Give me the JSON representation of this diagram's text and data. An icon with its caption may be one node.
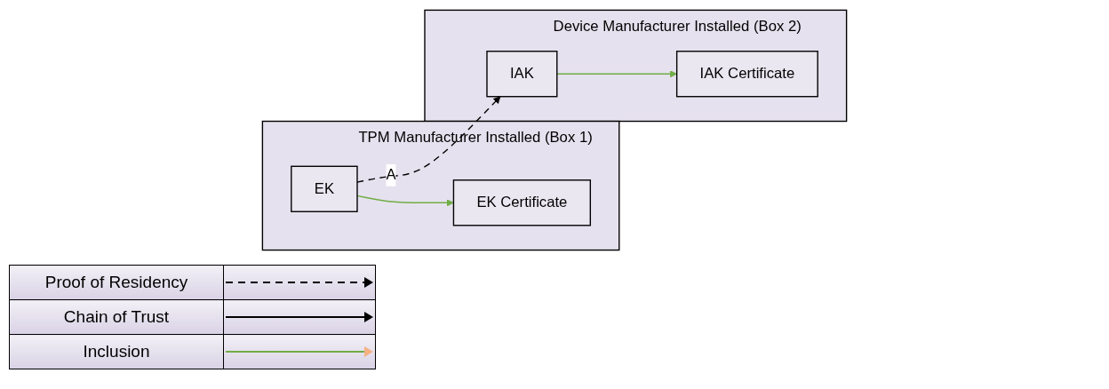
{
  "diagram": {
    "nodes": [
      {
        "text": [
          "TPM Manufacturer Installed (Box 1)"
        ]
      },
      {
        "text": [
          "EK"
        ],
        "in": 0
      },
      {
        "text": [
          "EK Certificate"
        ],
        "in": 0
      },
      {
        "text": [
          "Device Manufacturer Installed (Box 2)"
        ]
      },
      {
        "text": [
          "IAK"
        ],
        "in": 3
      },
      {
        "text": [
          "IAK Certificate"
        ],
        "in": 3
      }
    ],
    "edges": [
      {
        "from": 1,
        "to": 4,
        "arrow": "to",
        "label": "A",
        "style": "dashed",
        "color": "#000000"
      },
      {
        "from": 1,
        "to": 2,
        "arrow": "to",
        "color": "#70ad47"
      },
      {
        "from": 4,
        "to": 5,
        "arrow": "to",
        "color": "#70ad47"
      }
    ],
    "legend": [
      {
        "text": "Proof of Residency"
      },
      {
        "text": "Chain of Trust"
      },
      {
        "text": "Inclusion"
      }
    ]
  }
}
